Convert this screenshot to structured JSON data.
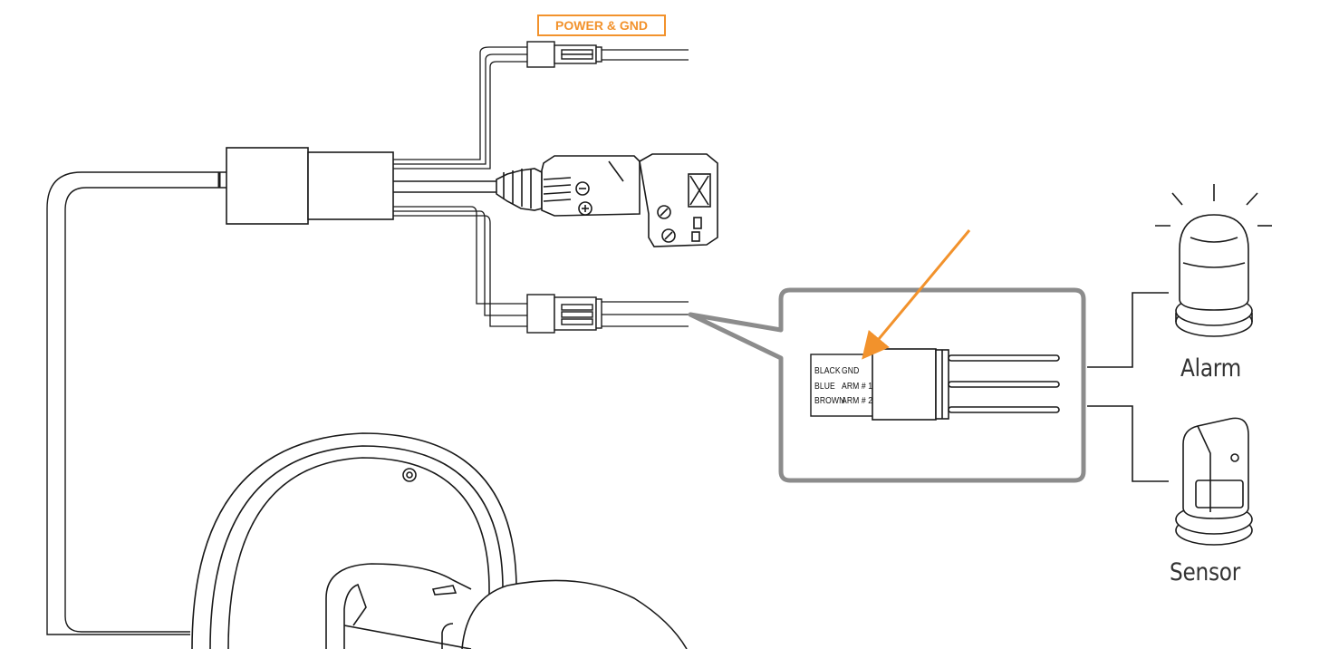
{
  "labels": {
    "power_gnd": "POWER & GND",
    "alarm": "Alarm",
    "sensor": "Sensor"
  },
  "wire_table": [
    {
      "color": "BLACK",
      "signal": "GND"
    },
    {
      "color": "BLUE",
      "signal": "ARM # 1"
    },
    {
      "color": "BROWN",
      "signal": "ARM # 2"
    }
  ],
  "colors": {
    "highlight": "#f2922c",
    "callout_border": "#8c8c8c",
    "line": "#1a1a1a"
  },
  "icons": [
    "alarm-light-icon",
    "pir-sensor-icon",
    "terminal-block-icon",
    "camera-body-icon"
  ]
}
